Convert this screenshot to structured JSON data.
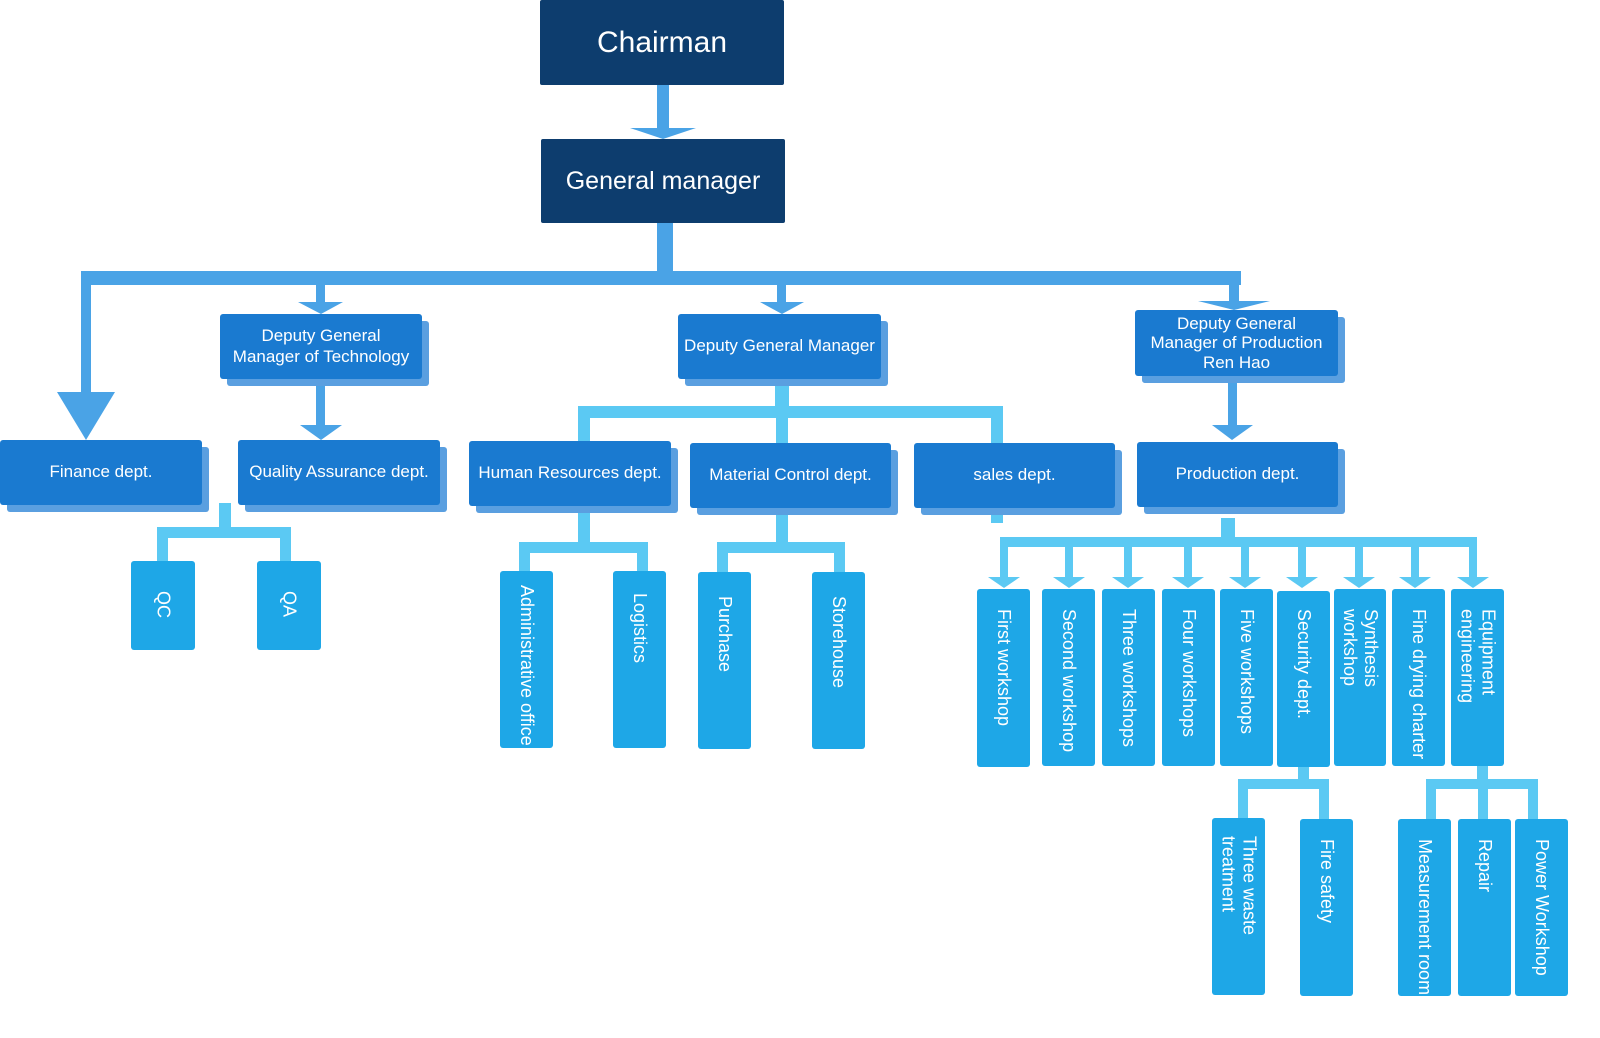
{
  "colors": {
    "top_box": "#0d3d6e",
    "dept_box": "#1a7ad0",
    "dept_shadow": "#5a9fe0",
    "sub_box": "#1ea7e7",
    "connector_main": "#4aa3e6",
    "connector_sub": "#5bc9f3"
  },
  "nodes": {
    "chairman": "Chairman",
    "general_manager": "General manager",
    "dgm_technology": "Deputy General\nManager of Technology",
    "dgm": "Deputy General Manager",
    "dgm_production": "Deputy General\nManager of Production\nRen Hao",
    "finance": "Finance dept.",
    "quality_assurance": "Quality Assurance dept.",
    "human_resources": "Human Resources dept.",
    "material_control": "Material Control dept.",
    "sales": "sales dept.",
    "production": "Production dept.",
    "qc": "QC",
    "qa": "QA",
    "administrative_office": "Administrative office",
    "logistics": "Logistics",
    "purchase": "Purchase",
    "storehouse": "Storehouse",
    "first_workshop": "First workshop",
    "second_workshop": "Second workshop",
    "three_workshops": "Three workshops",
    "four_workshops": "Four workshops",
    "five_workshops": "Five workshops",
    "security": "Security dept.",
    "synthesis_workshop": "Synthesis workshop",
    "fine_drying_charter": "Fine drying charter",
    "equipment_engineering": "Equipment\nengineering",
    "three_waste_treatment": "Three waste treatment",
    "fire_safety": "Fire safety",
    "measurement_room": "Measurement room",
    "repair": "Repair",
    "power_workshop": "Power Workshop"
  }
}
